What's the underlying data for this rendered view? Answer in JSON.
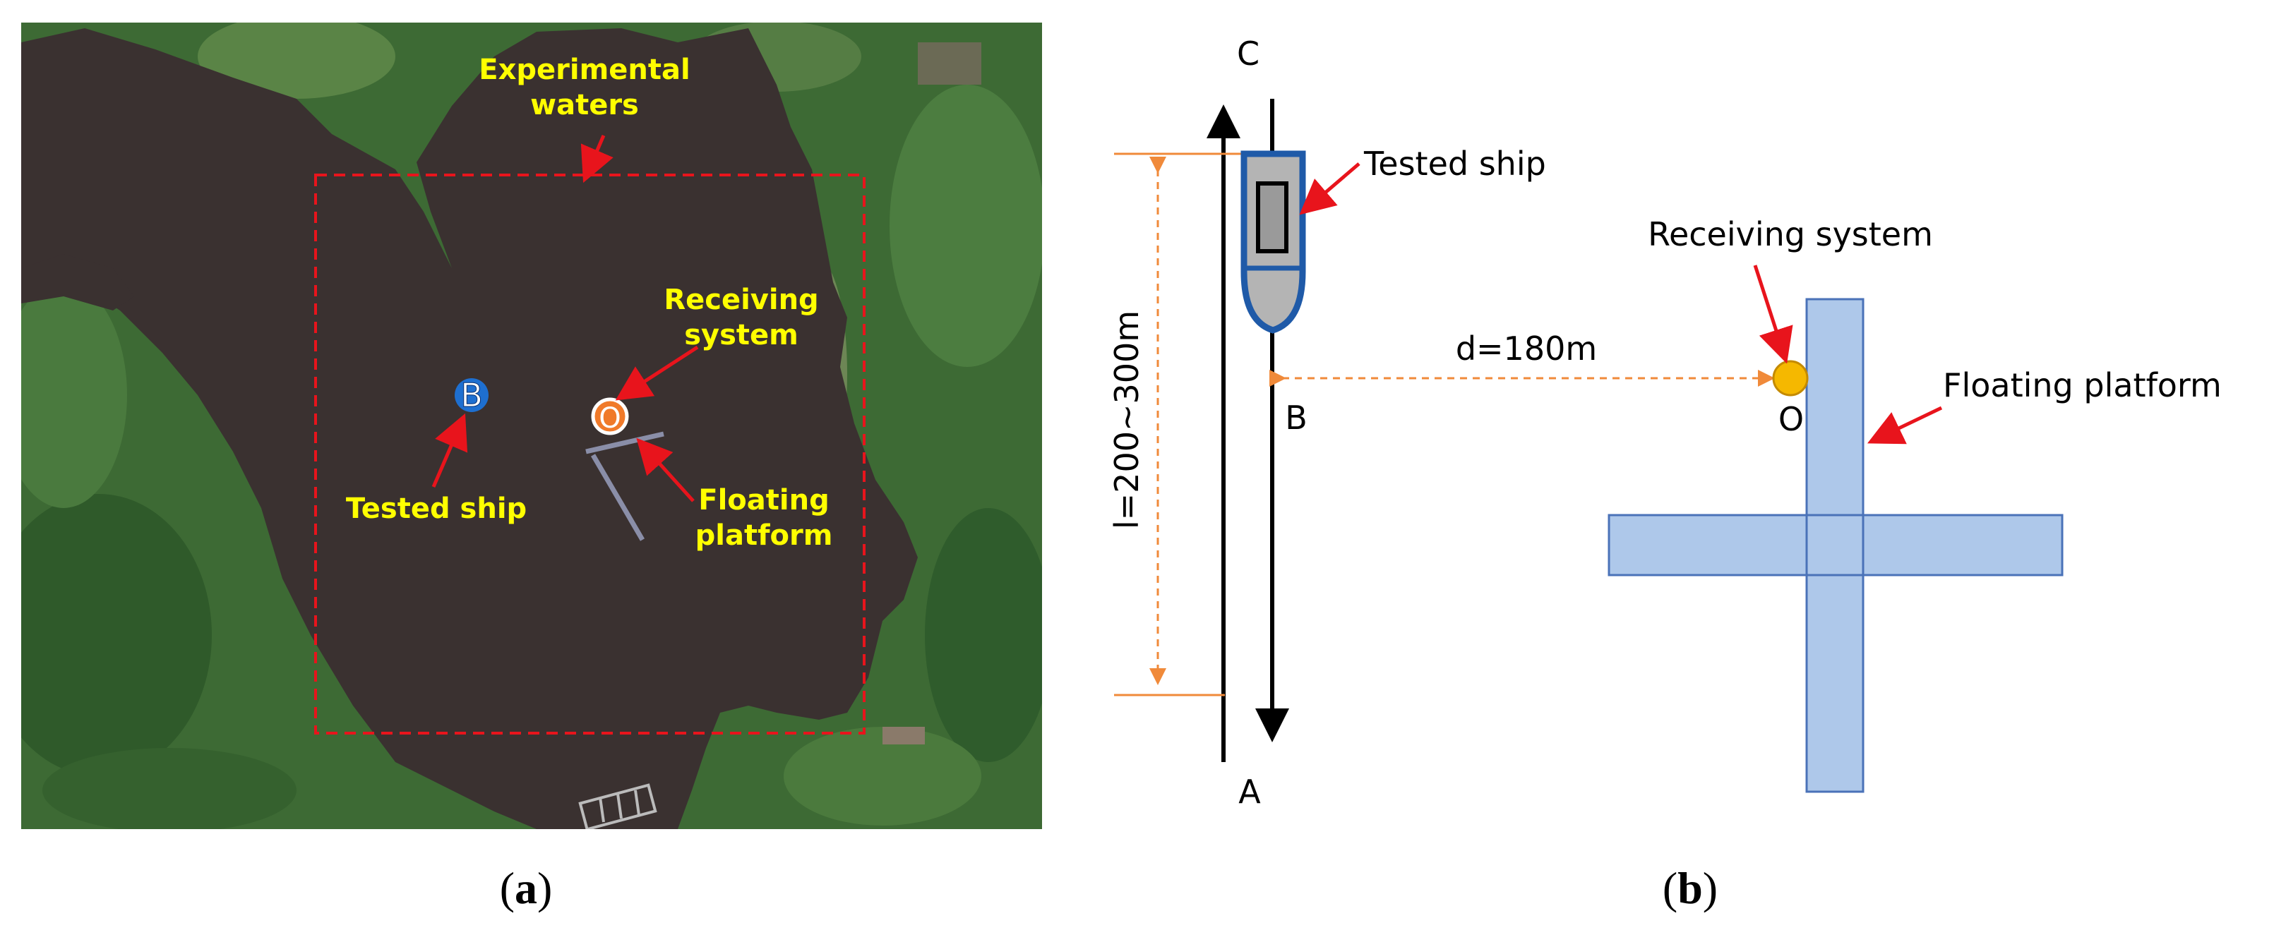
{
  "panel_a": {
    "labels": {
      "experimental_waters_line1": "Experimental",
      "experimental_waters_line2": "waters",
      "receiving_line1": "Receiving",
      "receiving_line2": "system",
      "tested_ship": "Tested ship",
      "floating_line1": "Floating",
      "floating_line2": "platform",
      "point_b": "B",
      "point_o": "O"
    },
    "colors": {
      "water": "#3a3130",
      "land": "#3d6a34",
      "label": "#ffff00",
      "arrow": "#e8141c",
      "box": "#e8141c",
      "ship_marker": "#1e6fd0",
      "receiver_marker": "#f07a2a"
    }
  },
  "panel_b": {
    "labels": {
      "point_c": "C",
      "point_a": "A",
      "point_b": "B",
      "point_o": "O",
      "tested_ship": "Tested ship",
      "receiving_system": "Receiving system",
      "floating_platform": "Floating platform",
      "distance": "d=180m",
      "length": "l=200~300m"
    },
    "colors": {
      "ship_fill": "#b4b4b4",
      "ship_stroke": "#1f5aa8",
      "platform_fill": "#aec8ea",
      "platform_stroke": "#4a72b8",
      "receiver": "#f5b800",
      "dashed": "#f08a3a",
      "arrow": "#e8141c"
    }
  },
  "captions": {
    "a_open": "(",
    "a_letter": "a",
    "a_close": ")",
    "b_open": "(",
    "b_letter": "b",
    "b_close": ")"
  }
}
